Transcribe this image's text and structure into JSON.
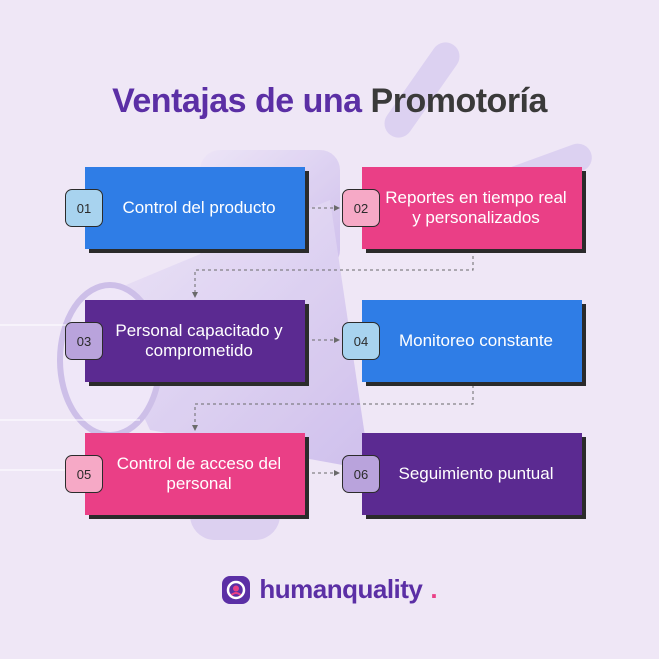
{
  "title": {
    "part_a": "Ventajas de una",
    "part_b": "Promotoría"
  },
  "cards": [
    {
      "number": "01",
      "text": "Control del producto"
    },
    {
      "number": "02",
      "text": "Reportes en tiempo real y personalizados"
    },
    {
      "number": "03",
      "text": "Personal capacitado y comprometido"
    },
    {
      "number": "04",
      "text": "Monitoreo constante"
    },
    {
      "number": "05",
      "text": "Control de acceso del personal"
    },
    {
      "number": "06",
      "text": "Seguimiento puntual"
    }
  ],
  "brand": {
    "name": "humanquality",
    "dot": ".",
    "icon": "humanquality-logo-icon"
  },
  "colors": {
    "blue": "#2f7de6",
    "pink": "#ea3f86",
    "purple": "#5b2a91",
    "title_purple": "#5b2fa5",
    "title_dark": "#3a3a3a"
  }
}
